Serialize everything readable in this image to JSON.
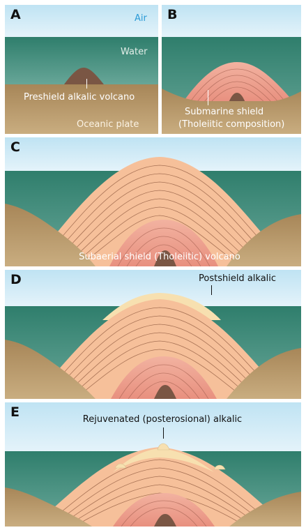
{
  "panels": {
    "a": {
      "letter": "A",
      "air": "Air",
      "water": "Water",
      "volcano": "Preshield alkalic volcano",
      "plate": "Oceanic plate"
    },
    "b": {
      "letter": "B",
      "shield_line1": "Submarine shield",
      "shield_line2": "(Tholeiitic composition)"
    },
    "c": {
      "letter": "C",
      "caption": "Subaerial shield (Tholeiitic) volcano"
    },
    "d": {
      "letter": "D",
      "caption": "Postshield alkalic"
    },
    "e": {
      "letter": "E",
      "caption": "Rejuvenated (posterosional) alkalic"
    }
  },
  "colors": {
    "air": "#cfe9f5",
    "water": "#3f8a78",
    "plate": "#b39668",
    "shield": "#f6c09a",
    "submarine_shield": "#ec9a8c",
    "preshield": "#7a5644",
    "postshield_cap": "#f7e0b0",
    "contour": "#8a5a3a"
  },
  "icons": [
    "panel-letter-labels",
    "volcano-cross-sections"
  ]
}
